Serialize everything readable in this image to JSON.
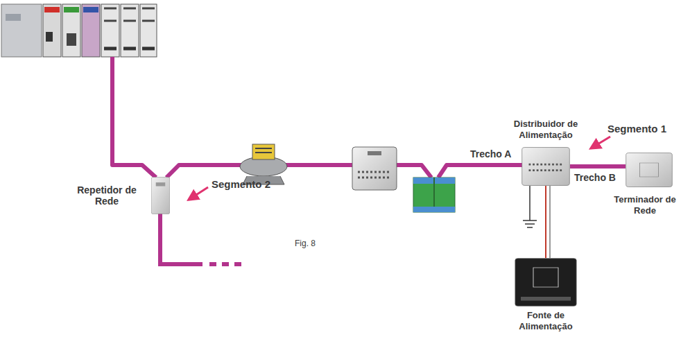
{
  "diagram": {
    "nodes": [
      {
        "text": [
          "Repetidor de Rede"
        ]
      },
      {
        "text": [
          "Distribuidor de Alimentação"
        ]
      },
      {
        "text": [
          "Terminador de Rede"
        ]
      },
      {
        "text": [
          "Fonte de Alimentação"
        ]
      }
    ],
    "edges": [
      {
        "from": 1,
        "to": 2,
        "arrow": "none",
        "label": "Trecho B"
      },
      {
        "from": 1,
        "to": 3,
        "arrow": "none"
      }
    ],
    "labels": [
      "Segmento 1",
      "Segmento 2",
      "Trecho A",
      "Fig. 8"
    ]
  }
}
